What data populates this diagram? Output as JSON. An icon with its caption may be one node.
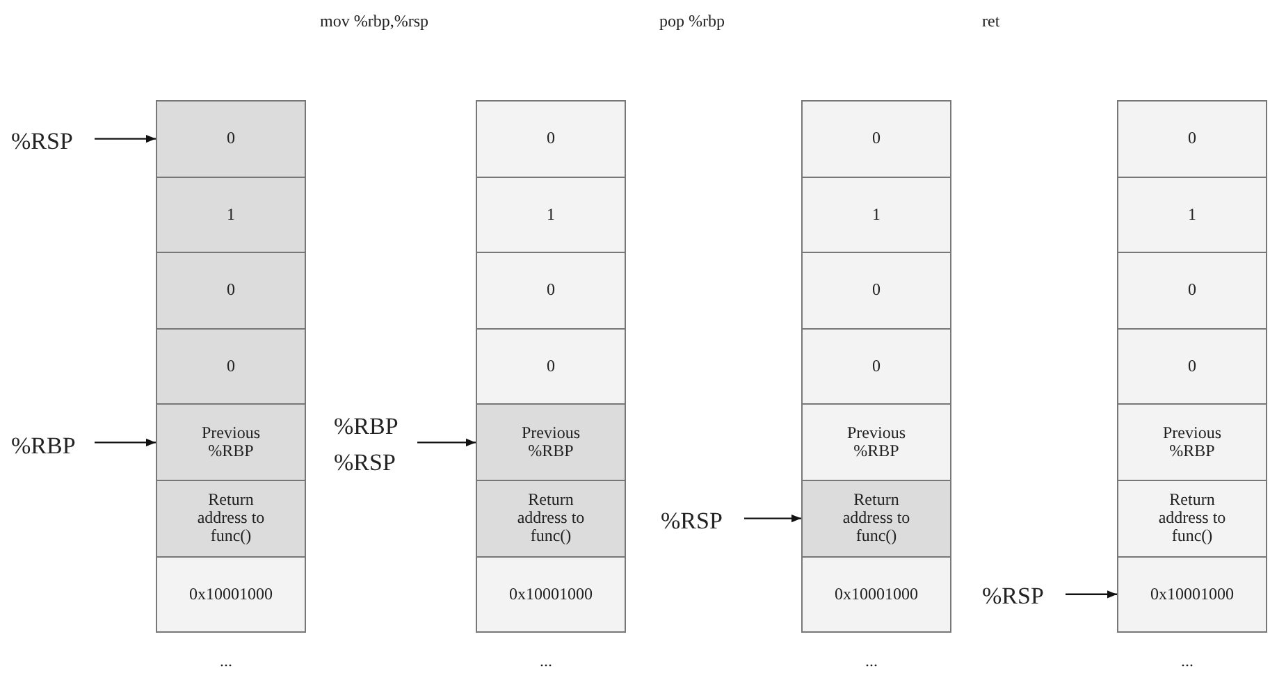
{
  "diagram": {
    "nodes": [
      {
        "text": [
          "0"
        ]
      },
      {
        "text": [
          "1"
        ]
      },
      {
        "text": [
          "0"
        ]
      },
      {
        "text": [
          "0"
        ]
      },
      {
        "text": [
          "Previous %RBP"
        ]
      },
      {
        "text": [
          "Return address to func()"
        ]
      },
      {
        "text": [
          "0x10001000"
        ]
      },
      {
        "text": [
          "0"
        ]
      },
      {
        "text": [
          "1"
        ]
      },
      {
        "text": [
          "0"
        ]
      },
      {
        "text": [
          "0"
        ]
      },
      {
        "text": [
          "Previous %RBP"
        ]
      },
      {
        "text": [
          "Return address to func()"
        ]
      },
      {
        "text": [
          "0x10001000"
        ]
      },
      {
        "text": [
          "0"
        ]
      },
      {
        "text": [
          "1"
        ]
      },
      {
        "text": [
          "0"
        ]
      },
      {
        "text": [
          "0"
        ]
      },
      {
        "text": [
          "Previous %RBP"
        ]
      },
      {
        "text": [
          "Return address to func()"
        ]
      },
      {
        "text": [
          "0x10001000"
        ]
      },
      {
        "text": [
          "0"
        ]
      },
      {
        "text": [
          "1"
        ]
      },
      {
        "text": [
          "0"
        ]
      },
      {
        "text": [
          "0"
        ]
      },
      {
        "text": [
          "Previous %RBP"
        ]
      },
      {
        "text": [
          "Return address to func()"
        ]
      },
      {
        "text": [
          "0x10001000"
        ]
      },
      {
        "text": [
          "%RSP"
        ]
      },
      {
        "text": [
          "%RBP"
        ]
      },
      {
        "text": [
          "%RBP",
          "%RSP"
        ]
      },
      {
        "text": [
          "%RSP"
        ]
      },
      {
        "text": [
          "%RSP"
        ]
      }
    ],
    "edges": [
      {
        "from": 28,
        "to": 0,
        "arrow": "to"
      },
      {
        "from": 29,
        "to": 4,
        "arrow": "to"
      },
      {
        "from": 30,
        "to": 11,
        "arrow": "to"
      },
      {
        "from": 31,
        "to": 19,
        "arrow": "to"
      },
      {
        "from": 32,
        "to": 27,
        "arrow": "to"
      }
    ],
    "labels": [
      "mov %rbp,%rsp",
      "pop %rbp",
      "ret",
      "...",
      "...",
      "...",
      "..."
    ]
  }
}
